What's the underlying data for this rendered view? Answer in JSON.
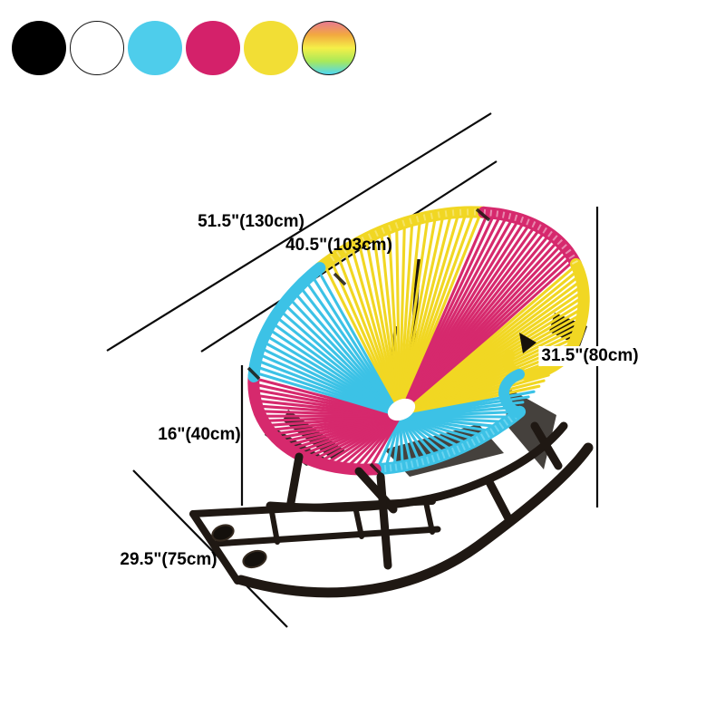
{
  "product": {
    "description": "Multicolor Acapulco woven rocking chair with dimension annotations",
    "colors": {
      "cyan": "#3CC2E6",
      "magenta": "#D6296D",
      "yellow": "#F1D723",
      "frame_black": "#1F1813"
    }
  },
  "swatches": {
    "items": [
      {
        "name": "black",
        "color": "#000000",
        "border": false
      },
      {
        "name": "white",
        "color": "#ffffff",
        "border": true
      },
      {
        "name": "cyan",
        "color": "#4ECDEB",
        "border": false
      },
      {
        "name": "magenta",
        "color": "#D4216A",
        "border": false
      },
      {
        "name": "yellow",
        "color": "#F2DE35",
        "border": false
      },
      {
        "name": "rainbow",
        "gradient": [
          "#E87A90",
          "#F2A93F",
          "#F5EF48",
          "#A9E959",
          "#4FD7F3"
        ],
        "border": true
      }
    ]
  },
  "dimensions": {
    "overall_width": "51.5\"(130cm)",
    "seat_width": "40.5\"(103cm)",
    "overall_height": "31.5\"(80cm)",
    "seat_height": "16\"(40cm)",
    "depth": "29.5\"(75cm)"
  }
}
